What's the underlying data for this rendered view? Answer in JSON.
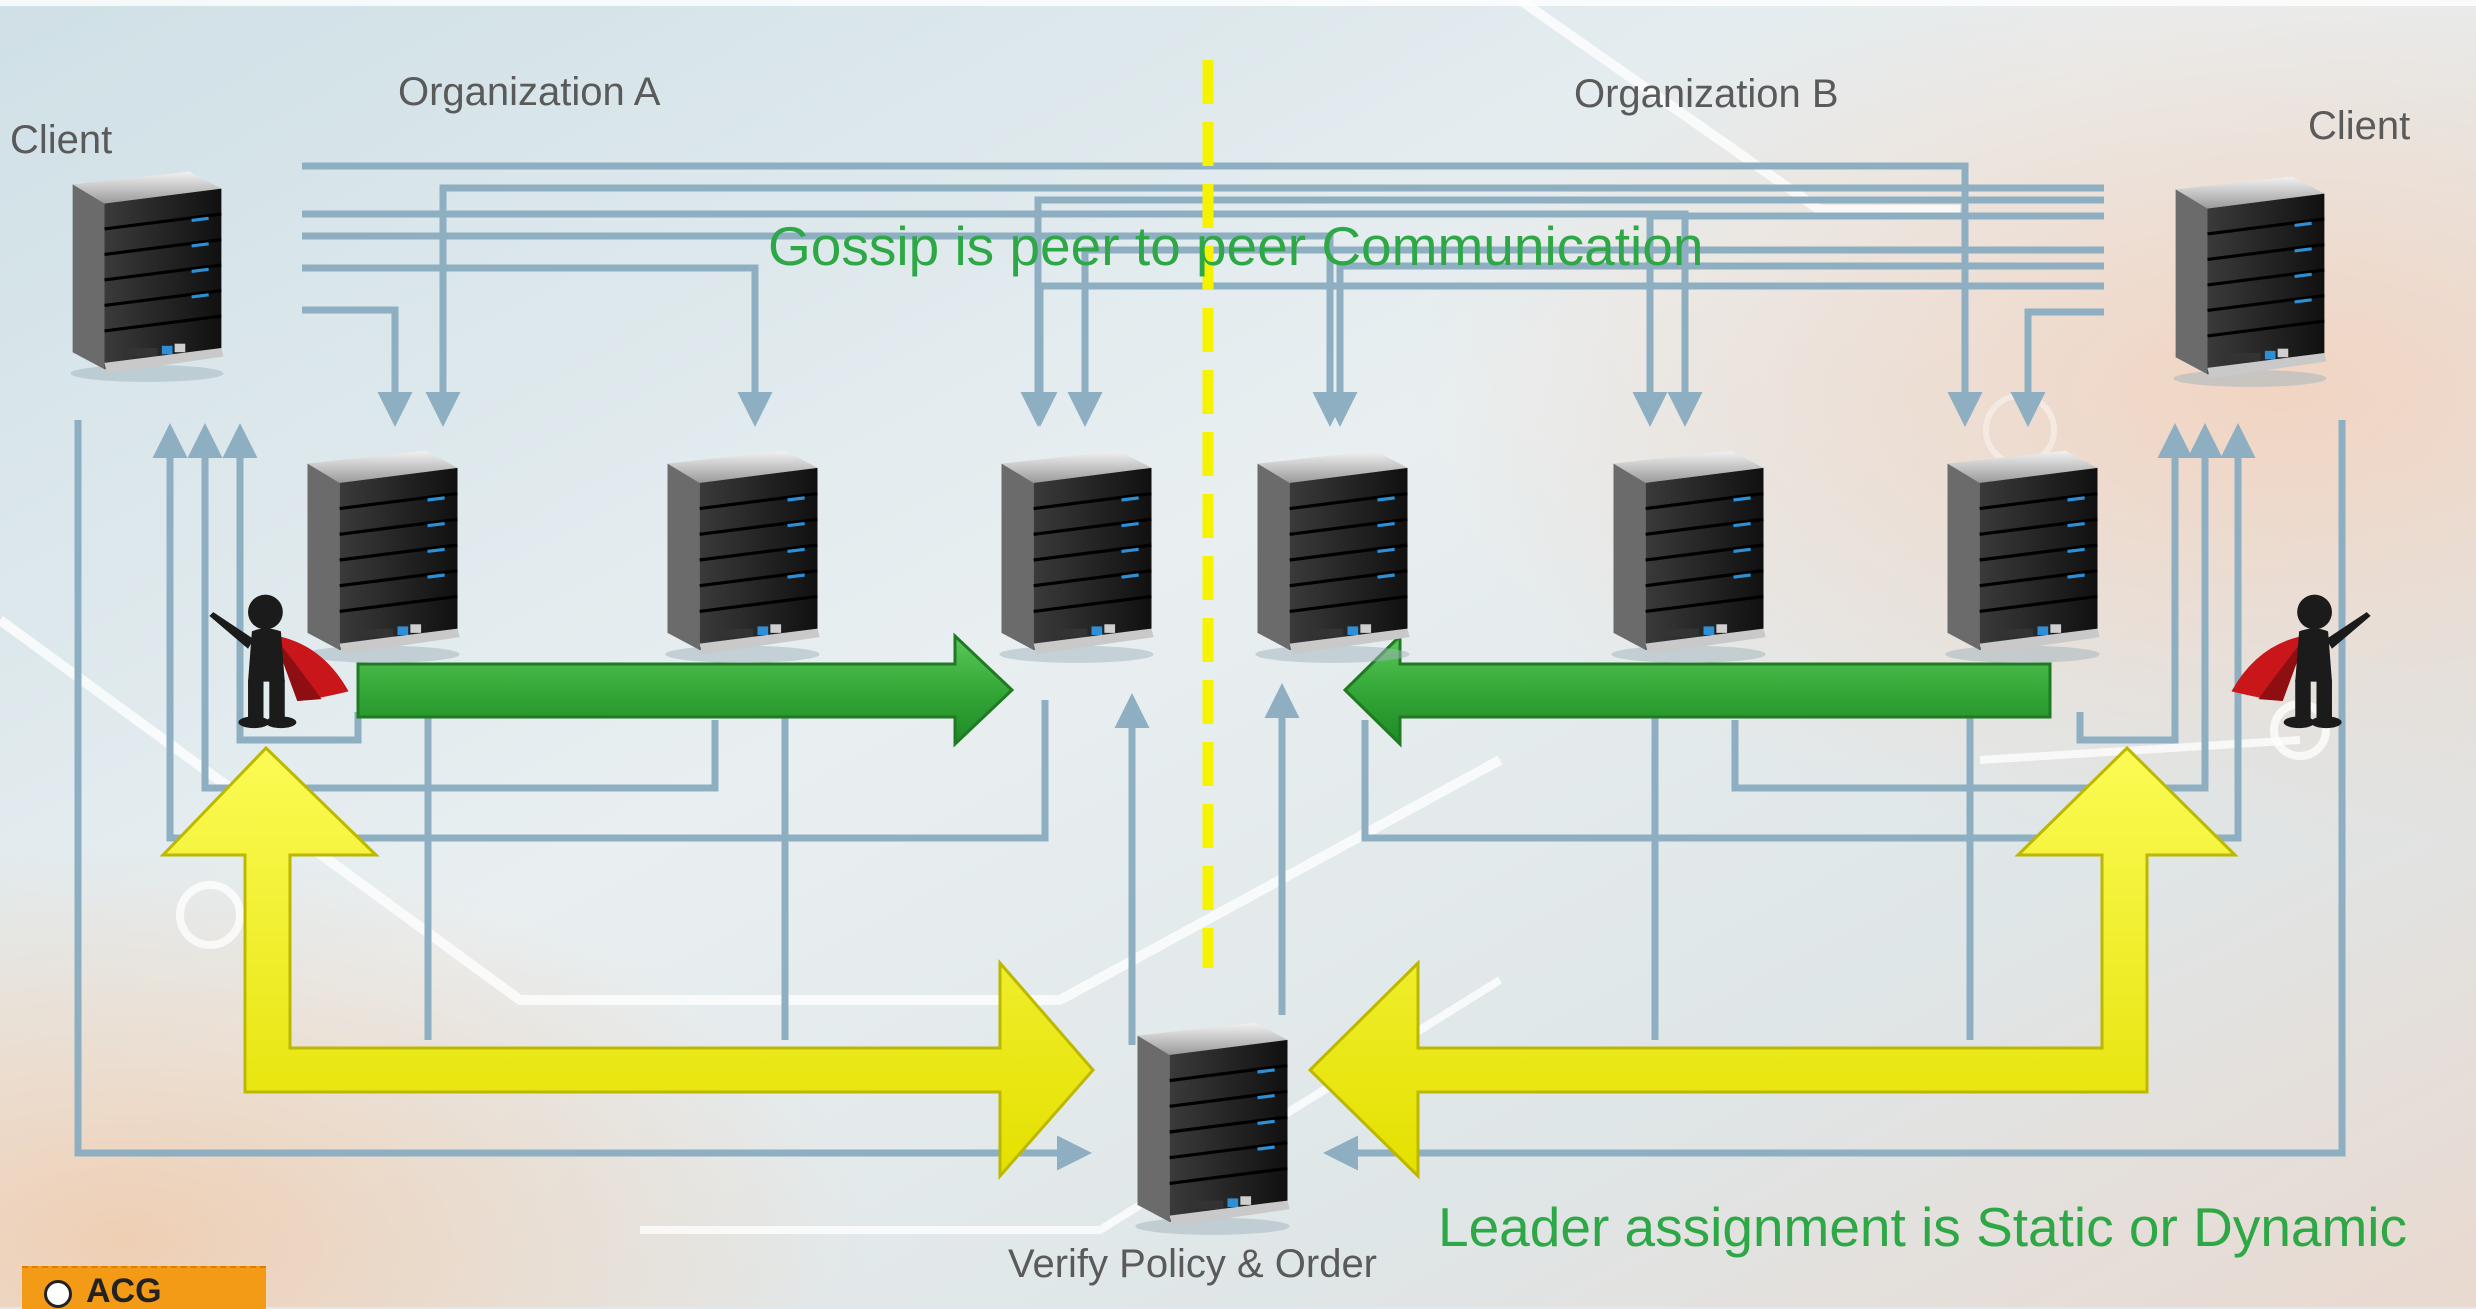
{
  "labels": {
    "org_a": "Organization A",
    "org_b": "Organization B",
    "client_left": "Client",
    "client_right": "Client",
    "gossip": "Gossip is peer to peer Communication",
    "leader": "Leader assignment is Static or Dynamic",
    "orderer": "Verify Policy & Order"
  },
  "logo": {
    "text": "ACG"
  },
  "colors": {
    "connector": "#8eafc2",
    "yellow_arrow": "#f4f200",
    "green_arrow": "#3aad3a",
    "divider": "#f6f300",
    "label_green": "#2ea846"
  },
  "icons": [
    "server-icon",
    "leader-figure-icon"
  ]
}
